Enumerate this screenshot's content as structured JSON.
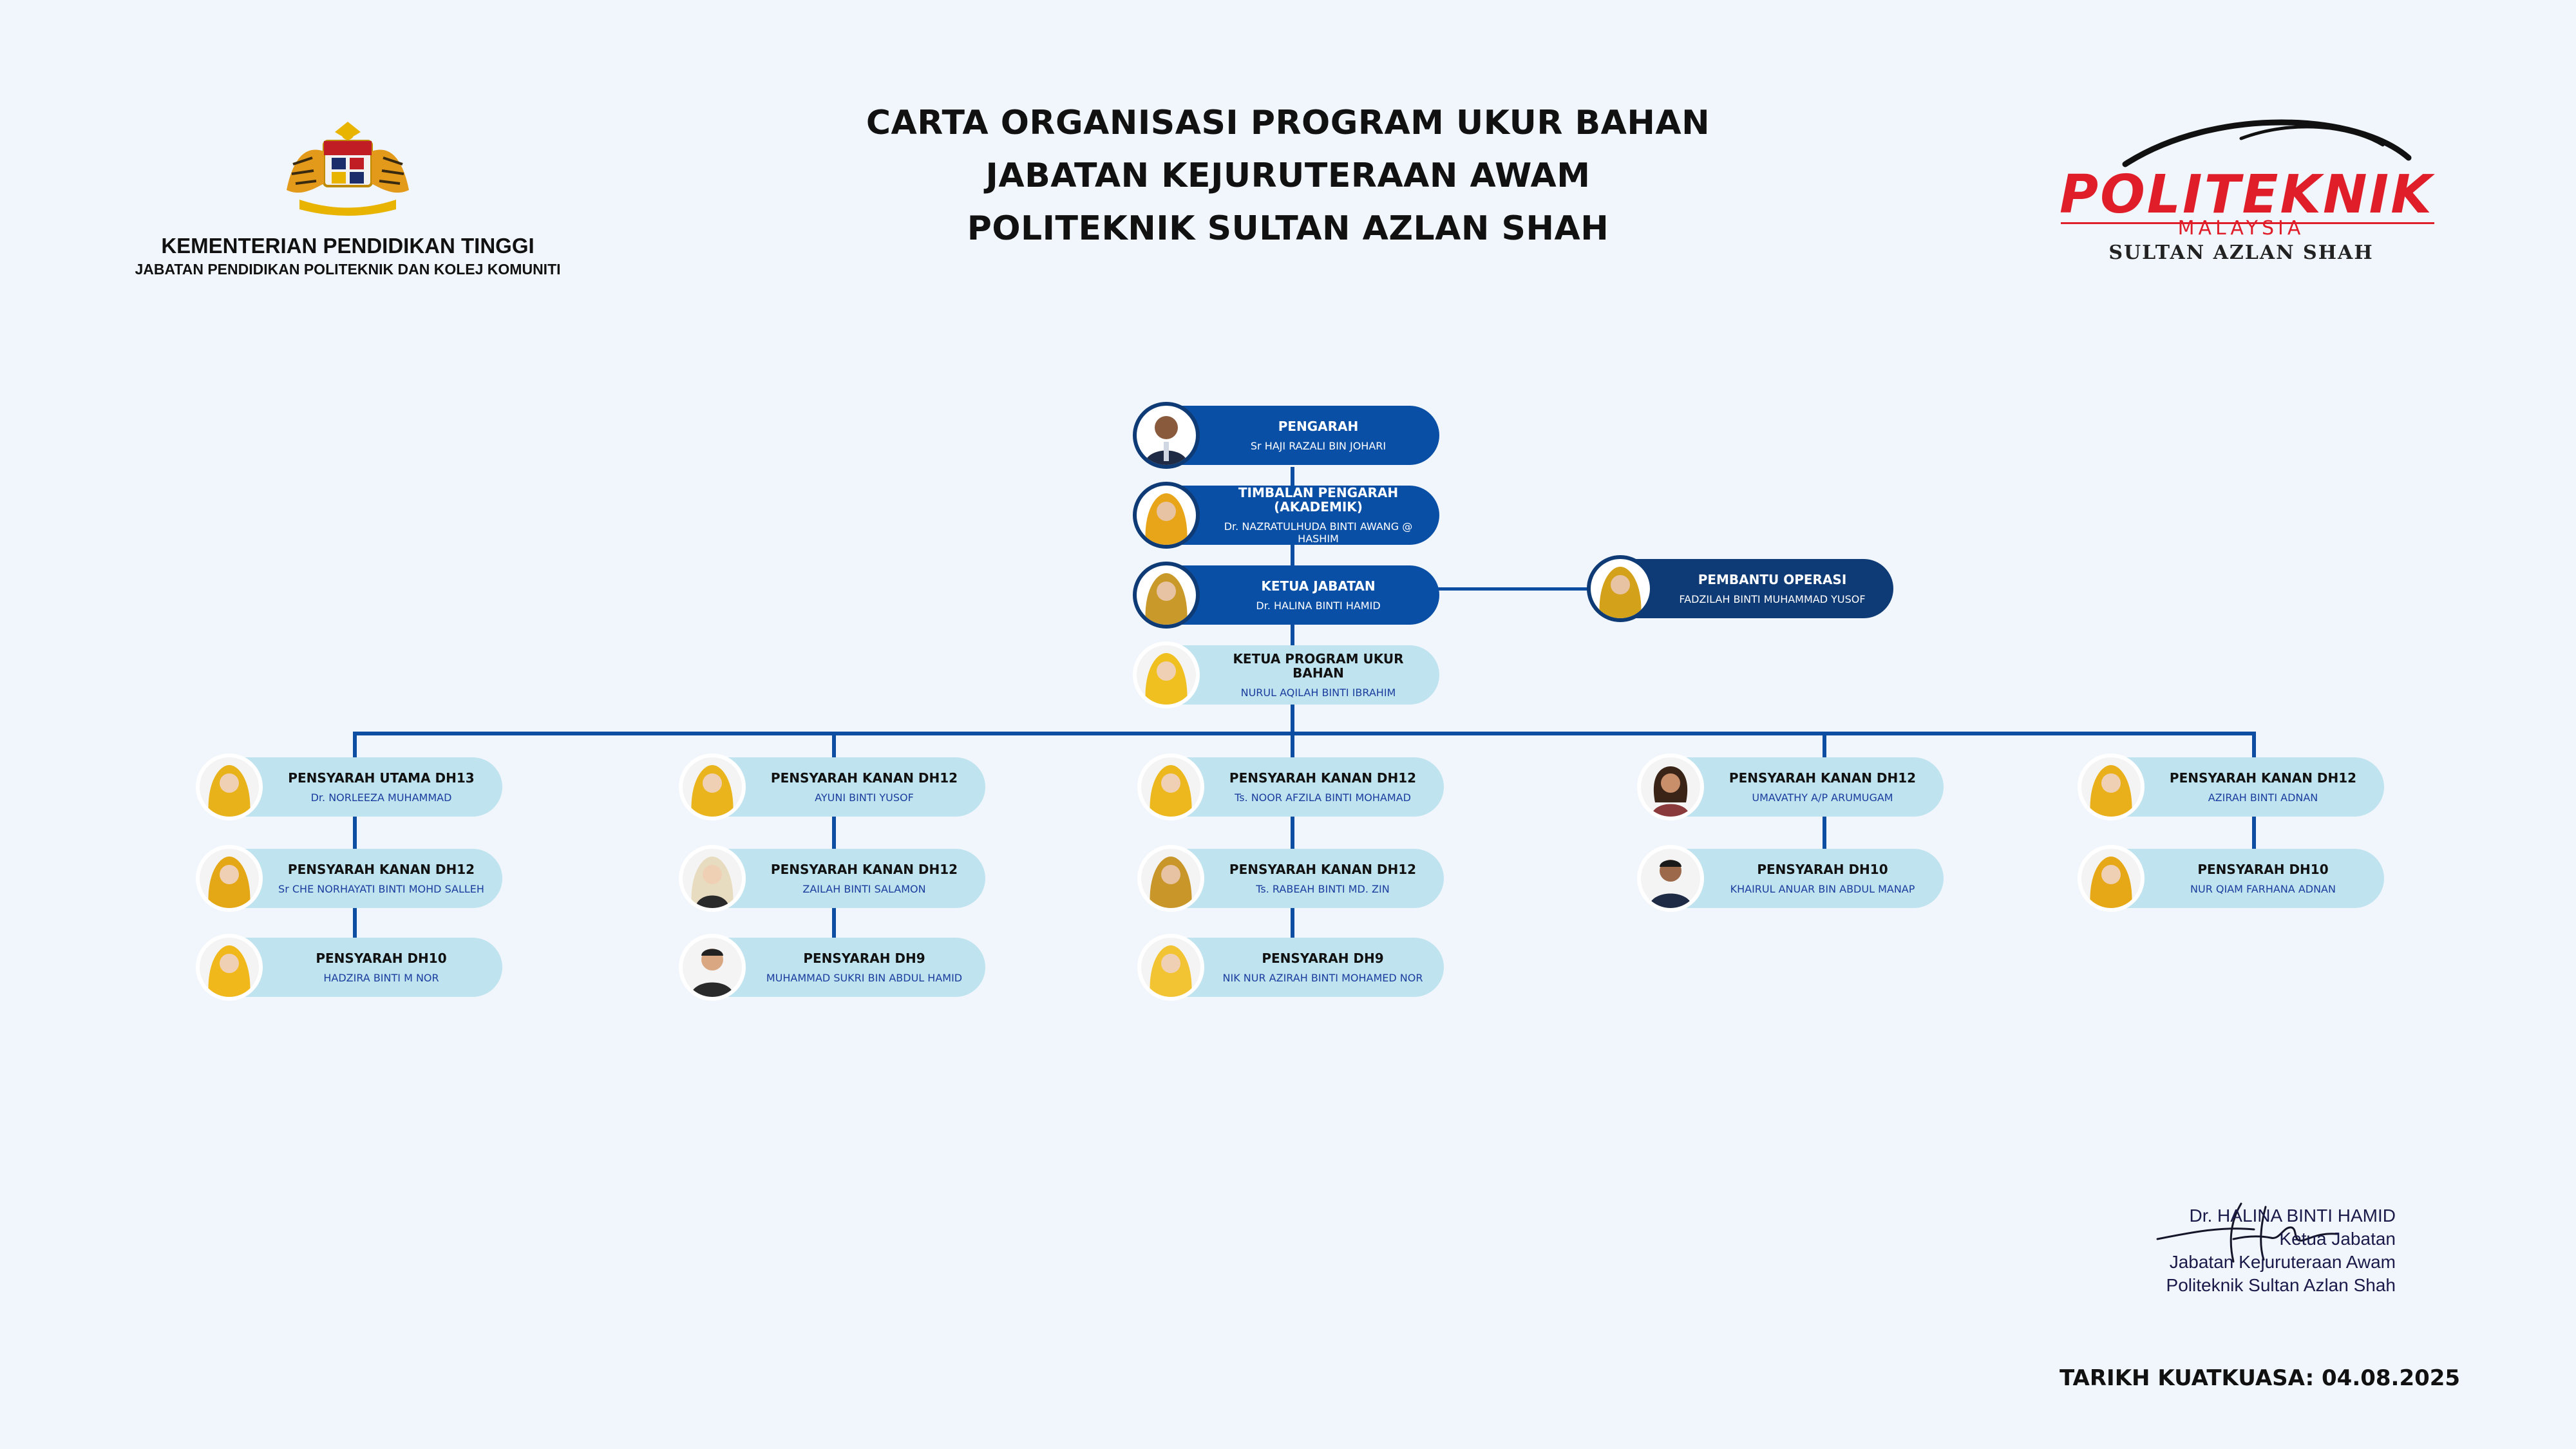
{
  "header": {
    "title_lines": [
      "CARTA ORGANISASI PROGRAM UKUR BAHAN",
      "JABATAN KEJURUTERAAN AWAM",
      "POLITEKNIK SULTAN AZLAN SHAH"
    ],
    "ministry_line1": "KEMENTERIAN PENDIDIKAN TINGGI",
    "ministry_line2": "JABATAN PENDIDIKAN POLITEKNIK DAN KOLEJ KOMUNITI",
    "logo_word": "POLITEKNIK",
    "logo_sub": "MALAYSIA",
    "logo_sub2": "SULTAN AZLAN SHAH"
  },
  "hierarchy": {
    "pengarah": {
      "role": "PENGARAH",
      "name": "Sr HAJI RAZALI BIN JOHARI"
    },
    "timbalan": {
      "role": "TIMBALAN PENGARAH (AKADEMIK)",
      "name": "Dr. NAZRATULHUDA BINTI AWANG @ HASHIM"
    },
    "ketua_jabatan": {
      "role": "KETUA JABATAN",
      "name": "Dr. HALINA BINTI HAMID"
    },
    "pembantu": {
      "role": "PEMBANTU OPERASI",
      "name": "FADZILAH BINTI MUHAMMAD YUSOF"
    },
    "ketua_program": {
      "role": "KETUA PROGRAM UKUR BAHAN",
      "name": "NURUL AQILAH BINTI IBRAHIM"
    }
  },
  "columns": [
    [
      {
        "role": "PENSYARAH UTAMA DH13",
        "name": "Dr. NORLEEZA MUHAMMAD"
      },
      {
        "role": "PENSYARAH KANAN DH12",
        "name": "Sr CHE NORHAYATI BINTI MOHD SALLEH"
      },
      {
        "role": "PENSYARAH DH10",
        "name": "HADZIRA BINTI M NOR"
      }
    ],
    [
      {
        "role": "PENSYARAH KANAN DH12",
        "name": "AYUNI BINTI YUSOF"
      },
      {
        "role": "PENSYARAH KANAN DH12",
        "name": "ZAILAH BINTI SALAMON"
      },
      {
        "role": "PENSYARAH DH9",
        "name": "MUHAMMAD SUKRI BIN ABDUL HAMID"
      }
    ],
    [
      {
        "role": "PENSYARAH KANAN DH12",
        "name": "Ts. NOOR AFZILA BINTI MOHAMAD"
      },
      {
        "role": "PENSYARAH KANAN DH12",
        "name": "Ts. RABEAH BINTI MD. ZIN"
      },
      {
        "role": "PENSYARAH DH9",
        "name": "NIK NUR AZIRAH BINTI MOHAMED NOR"
      }
    ],
    [
      {
        "role": "PENSYARAH KANAN DH12",
        "name": "UMAVATHY A/P ARUMUGAM"
      },
      {
        "role": "PENSYARAH DH10",
        "name": "KHAIRUL ANUAR BIN ABDUL MANAP"
      }
    ],
    [
      {
        "role": "PENSYARAH KANAN DH12",
        "name": "AZIRAH BINTI ADNAN"
      },
      {
        "role": "PENSYARAH DH10",
        "name": "NUR QIAM FARHANA ADNAN"
      }
    ]
  ],
  "signature": {
    "name": "Dr. HALINA BINTI HAMID",
    "title": "Ketua Jabatan",
    "dept": "Jabatan Kejuruteraan Awam",
    "inst": "Politeknik Sultan Azlan Shah"
  },
  "effective_date": "TARIKH KUATKUASA: 04.08.2025",
  "colors": {
    "node_dark": "#0a4fa6",
    "node_darker": "#0e3a75",
    "node_light": "#bfe3ef",
    "line": "#0d4ea3",
    "brand_red": "#e01e2a"
  }
}
